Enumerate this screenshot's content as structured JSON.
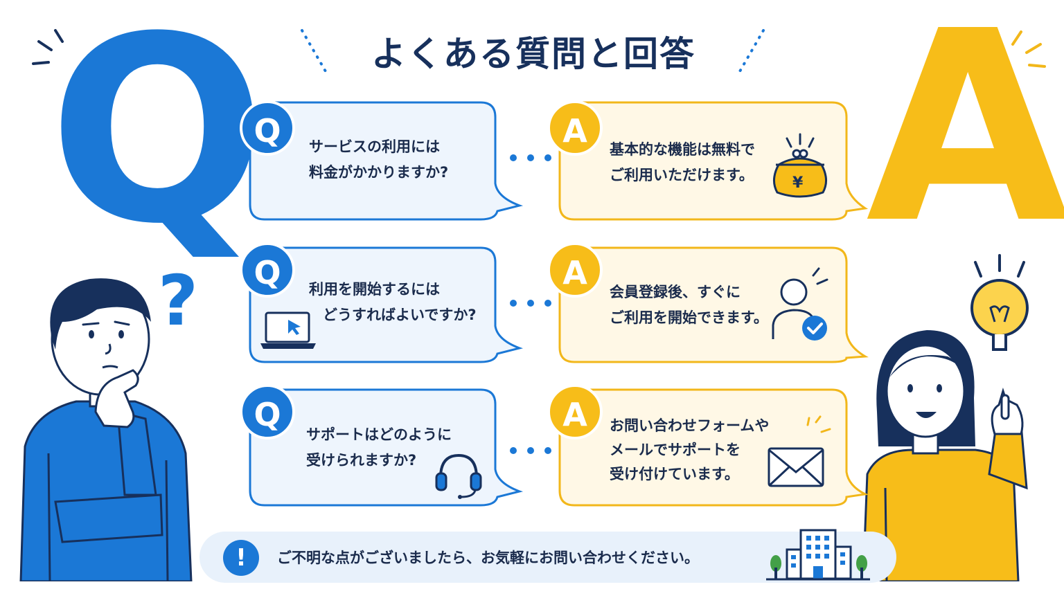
{
  "title": "よくある質問と回答",
  "big_letters": {
    "q": "Q",
    "a": "A"
  },
  "question_mark": "?",
  "faq": [
    {
      "q_badge": "Q",
      "question": [
        "サービスの利用には",
        "料金がかかりますか?"
      ],
      "a_badge": "A",
      "answer": [
        "基本的な機能は無料で",
        "ご利用いただけます。"
      ],
      "q_icon": "none",
      "a_icon": "coin-purse-yen-icon",
      "a_icon_text": "¥"
    },
    {
      "q_badge": "Q",
      "question": [
        "利用を開始するには",
        "どうすればよいですか?"
      ],
      "a_badge": "A",
      "answer": [
        "会員登録後、すぐに",
        "ご利用を開始できます。"
      ],
      "q_icon": "laptop-cursor-icon",
      "a_icon": "user-check-icon"
    },
    {
      "q_badge": "Q",
      "question": [
        "サポートはどのように",
        "受けられますか?"
      ],
      "a_badge": "A",
      "answer": [
        "お問い合わせフォームや",
        "メールでサポートを",
        "受け付けています。"
      ],
      "q_icon": "headset-icon",
      "a_icon": "envelope-icon"
    }
  ],
  "banner": {
    "icon": "!",
    "text": "ご不明な点がございましたら、お気軽にお問い合わせください。"
  },
  "colors": {
    "primary_blue": "#1b78d6",
    "accent_yellow": "#f7bd19",
    "navy": "#17305c",
    "q_bubble_bg": "#eef5fd",
    "a_bubble_bg": "#fff8e6"
  }
}
